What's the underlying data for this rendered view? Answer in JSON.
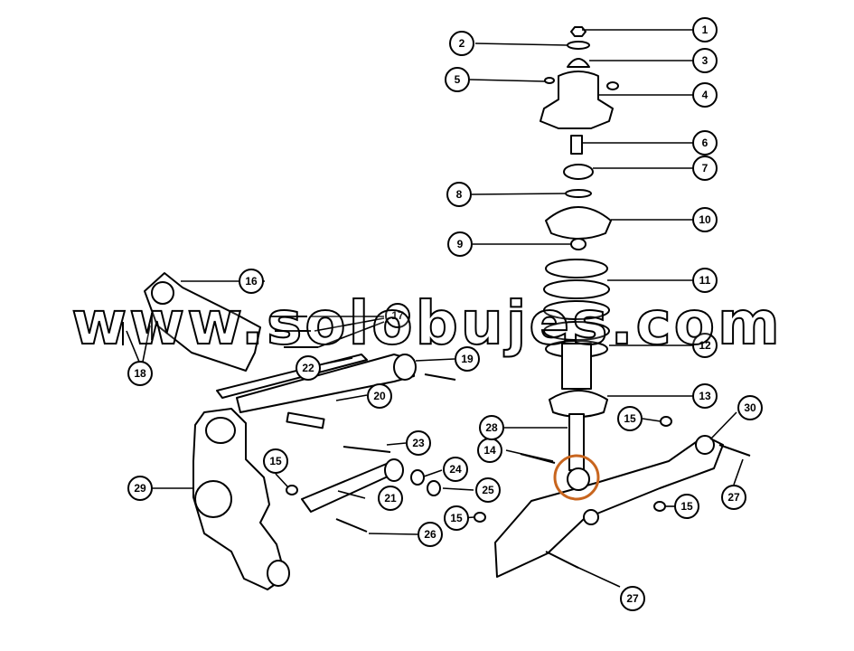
{
  "diagram": {
    "callout_color": "#000000",
    "highlight_color": "#c8651e",
    "callouts": [
      "1",
      "2",
      "3",
      "4",
      "5",
      "6",
      "7",
      "8",
      "9",
      "10",
      "11",
      "12",
      "13",
      "14",
      "15",
      "15",
      "15",
      "15",
      "16",
      "17",
      "18",
      "19",
      "20",
      "21",
      "22",
      "23",
      "24",
      "25",
      "26",
      "27",
      "27",
      "28",
      "29",
      "30"
    ]
  },
  "watermark": {
    "text": "www.solobujes.com"
  }
}
